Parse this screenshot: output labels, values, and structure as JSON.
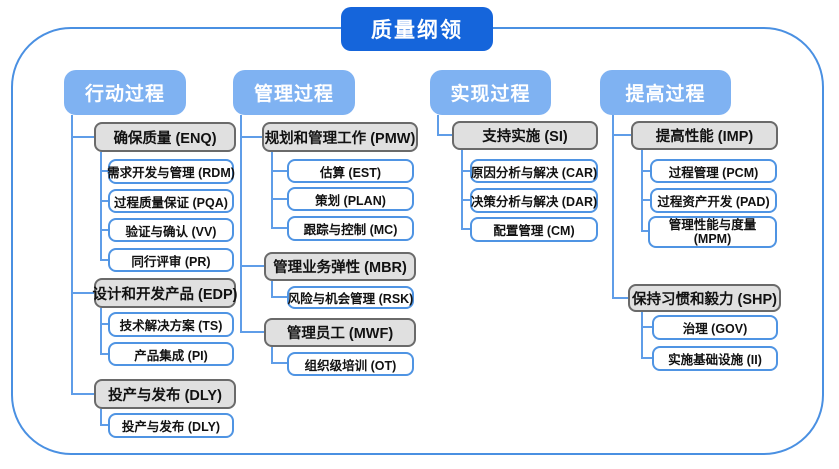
{
  "title": "质量纲领",
  "columns": [
    {
      "header": "行动过程",
      "groups": [
        {
          "label": "确保质量 (ENQ)",
          "children": [
            "需求开发与管理 (RDM)",
            "过程质量保证 (PQA)",
            "验证与确认 (VV)",
            "同行评审 (PR)"
          ]
        },
        {
          "label": "设计和开发产品 (EDP)",
          "children": [
            "技术解决方案 (TS)",
            "产品集成 (PI)"
          ]
        },
        {
          "label": "投产与发布 (DLY)",
          "children": [
            "投产与发布 (DLY)"
          ]
        }
      ]
    },
    {
      "header": "管理过程",
      "groups": [
        {
          "label": "规划和管理工作 (PMW)",
          "children": [
            "估算 (EST)",
            "策划 (PLAN)",
            "跟踪与控制 (MC)"
          ]
        },
        {
          "label": "管理业务弹性 (MBR)",
          "children": [
            "风险与机会管理 (RSK)"
          ]
        },
        {
          "label": "管理员工 (MWF)",
          "children": [
            "组织级培训 (OT)"
          ]
        }
      ]
    },
    {
      "header": "实现过程",
      "groups": [
        {
          "label": "支持实施 (SI)",
          "children": [
            "原因分析与解决 (CAR)",
            "决策分析与解决 (DAR)",
            "配置管理 (CM)"
          ]
        }
      ]
    },
    {
      "header": "提高过程",
      "groups": [
        {
          "label": "提高性能 (IMP)",
          "children": [
            "过程管理 (PCM)",
            "过程资产开发 (PAD)",
            "管理性能与度量 (MPM)"
          ]
        },
        {
          "label": "保持习惯和毅力 (SHP)",
          "children": [
            "治理 (GOV)",
            "实施基础设施 (II)"
          ]
        }
      ]
    }
  ],
  "colors": {
    "title_bg": "#1565DB",
    "header_bg": "#7FB2F2",
    "group_bg": "#E0E0E0",
    "group_border": "#6A6A6A",
    "leaf_border": "#4F94E3",
    "connector": "#5F9DE8",
    "frame_border": "#4A90E2",
    "text": "#111111"
  }
}
